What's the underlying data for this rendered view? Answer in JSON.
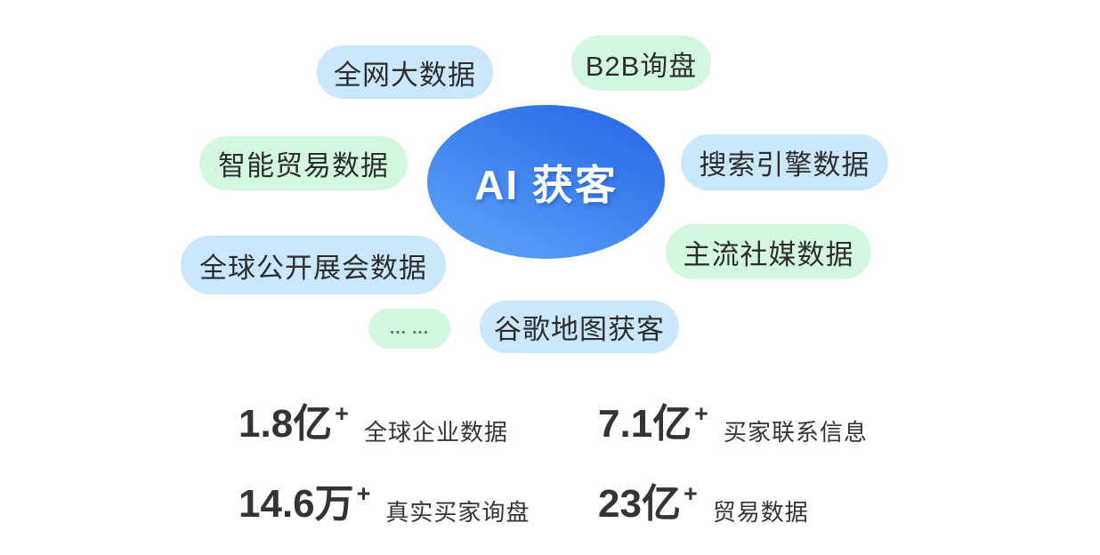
{
  "page": {
    "background": "#ffffff"
  },
  "center": {
    "label": "AI 获客"
  },
  "bubbles": [
    {
      "label": "全网大数据",
      "color": "blue"
    },
    {
      "label": "B2B询盘",
      "color": "green"
    },
    {
      "label": "智能贸易数据",
      "color": "green"
    },
    {
      "label": "搜索引擎数据",
      "color": "blue"
    },
    {
      "label": "全球公开展会数据",
      "color": "blue"
    },
    {
      "label": "主流社媒数据",
      "color": "green"
    },
    {
      "label": "... ...",
      "color": "green"
    },
    {
      "label": "谷歌地图获客",
      "color": "blue"
    }
  ],
  "stats": [
    {
      "number": "1.8亿",
      "plus": "+",
      "label": "全球企业数据"
    },
    {
      "number": "7.1亿",
      "plus": "+",
      "label": "买家联系信息"
    },
    {
      "number": "14.6万",
      "plus": "+",
      "label": "真实买家询盘"
    },
    {
      "number": "23亿",
      "plus": "+",
      "label": "贸易数据"
    }
  ],
  "colors": {
    "pill_blue": "#cbe7fb",
    "pill_green": "#d4f7e0",
    "ellipse_gradient_start": "#2b6ce8",
    "ellipse_gradient_end": "#5ea6f8",
    "dots_text_green": "#28914d",
    "pill_text_dark": "#2d2d2d",
    "stat_text": "#343434",
    "center_text": "#ffffff"
  }
}
